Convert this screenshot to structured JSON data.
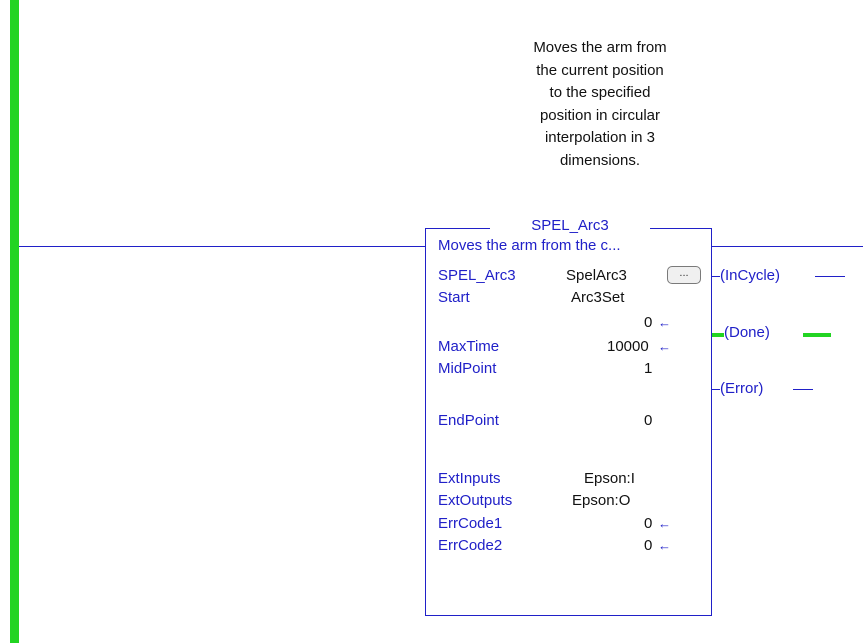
{
  "comment_lines": [
    "Moves the arm from",
    "the current position",
    "to the specified",
    "position in circular",
    "interpolation in 3",
    "dimensions."
  ],
  "block": {
    "title": "SPEL_Arc3",
    "description": "Moves the arm from the c...",
    "instruction_name": "SPEL_Arc3",
    "tag_name": "SpelArc3",
    "ellipsis_label": "...",
    "start_label": "Start",
    "start_value": "Arc3Set",
    "start_sub_value": "0",
    "maxtime_label": "MaxTime",
    "maxtime_value": "10000",
    "midpoint_label": "MidPoint",
    "midpoint_value": "1",
    "endpoint_label": "EndPoint",
    "endpoint_value": "0",
    "extinputs_label": "ExtInputs",
    "extinputs_value": "Epson:I",
    "extoutputs_label": "ExtOutputs",
    "extoutputs_value": "Epson:O",
    "errcode1_label": "ErrCode1",
    "errcode1_value": "0",
    "errcode2_label": "ErrCode2",
    "errcode2_value": "0"
  },
  "outputs": {
    "incycle": "InCycle",
    "done": "Done",
    "error": "Error"
  },
  "arrow_glyph": "←",
  "colors": {
    "rail": "#22d422",
    "wire": "#2020c8",
    "text": "#111111"
  }
}
